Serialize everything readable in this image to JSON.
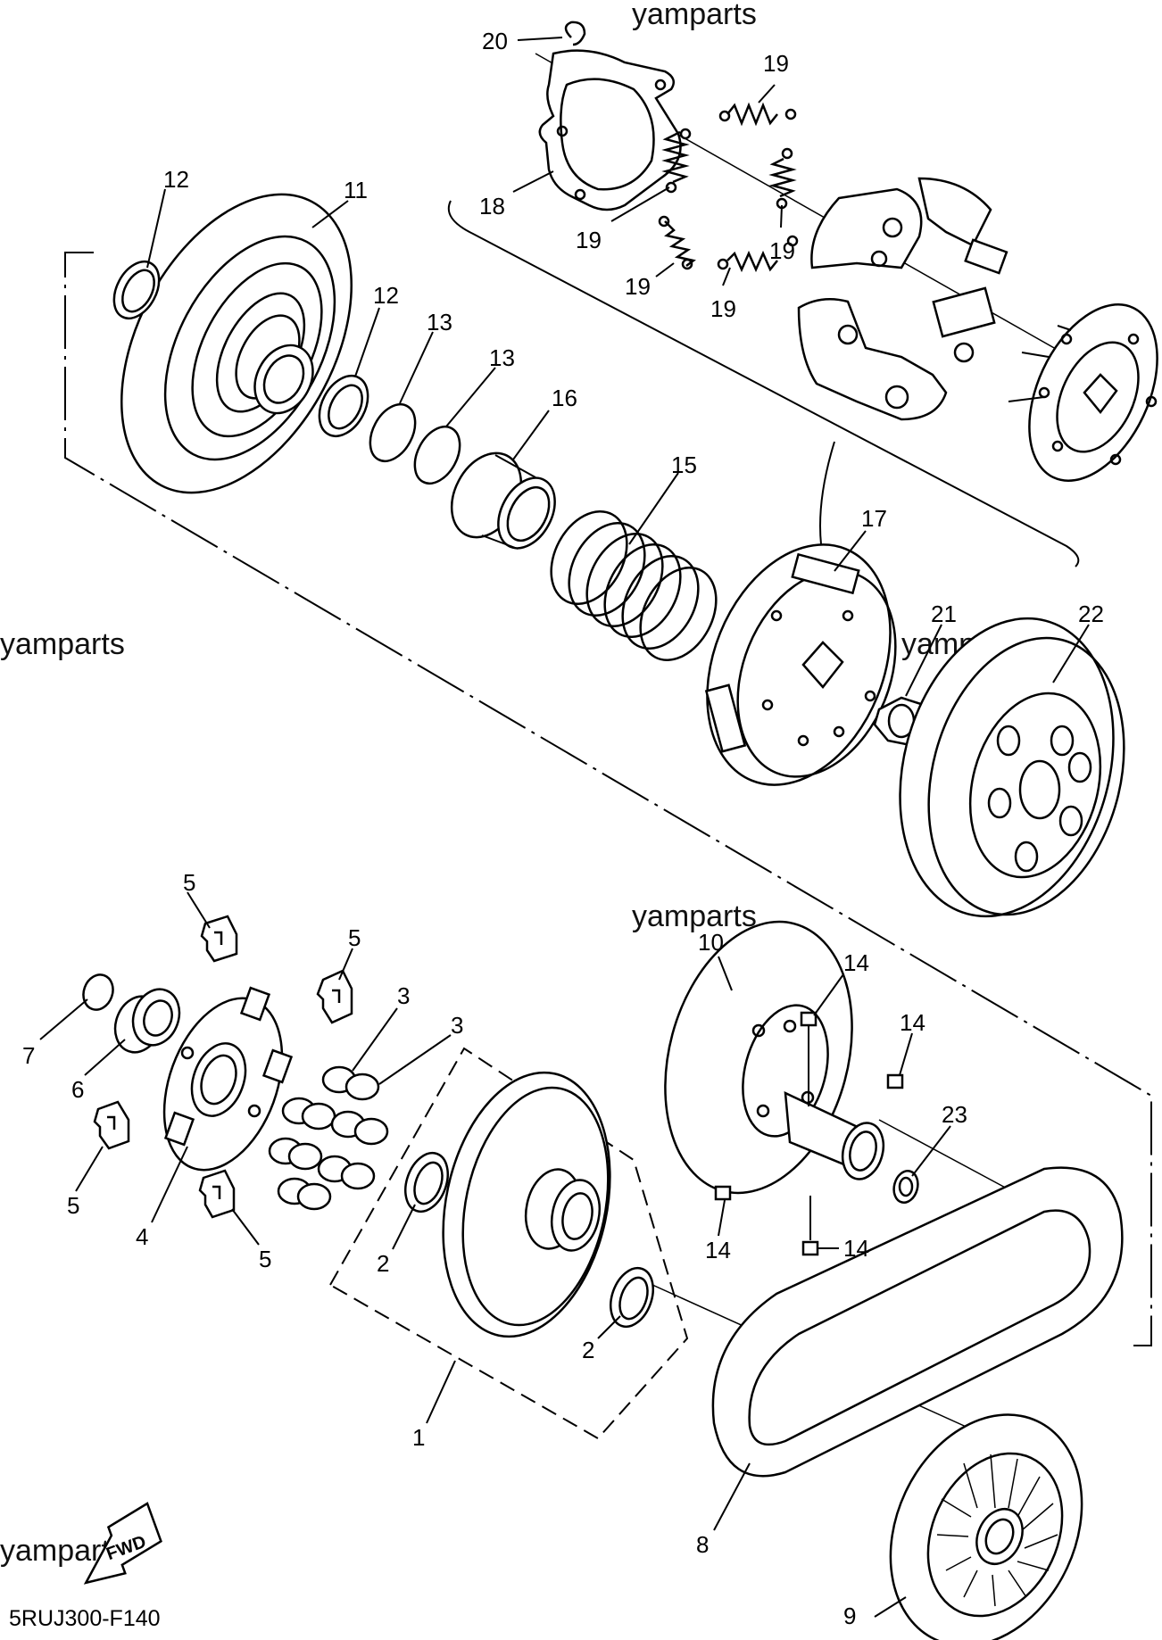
{
  "watermark": "yamparts",
  "diagram_code": "5RUJ300-F140",
  "fwd_label": "FWD",
  "callouts": [
    {
      "id": "c20",
      "text": "20"
    },
    {
      "id": "c19a",
      "text": "19"
    },
    {
      "id": "c18",
      "text": "18"
    },
    {
      "id": "c19b",
      "text": "19"
    },
    {
      "id": "c19c",
      "text": "19"
    },
    {
      "id": "c19d",
      "text": "19"
    },
    {
      "id": "c19e",
      "text": "19"
    },
    {
      "id": "c12a",
      "text": "12"
    },
    {
      "id": "c11",
      "text": "11"
    },
    {
      "id": "c12b",
      "text": "12"
    },
    {
      "id": "c13a",
      "text": "13"
    },
    {
      "id": "c13b",
      "text": "13"
    },
    {
      "id": "c16",
      "text": "16"
    },
    {
      "id": "c15",
      "text": "15"
    },
    {
      "id": "c17",
      "text": "17"
    },
    {
      "id": "c21",
      "text": "21"
    },
    {
      "id": "c22",
      "text": "22"
    },
    {
      "id": "c5a",
      "text": "5"
    },
    {
      "id": "c5b",
      "text": "5"
    },
    {
      "id": "c3a",
      "text": "3"
    },
    {
      "id": "c3b",
      "text": "3"
    },
    {
      "id": "c7",
      "text": "7"
    },
    {
      "id": "c6",
      "text": "6"
    },
    {
      "id": "c5c",
      "text": "5"
    },
    {
      "id": "c4",
      "text": "4"
    },
    {
      "id": "c5d",
      "text": "5"
    },
    {
      "id": "c10",
      "text": "10"
    },
    {
      "id": "c14a",
      "text": "14"
    },
    {
      "id": "c14b",
      "text": "14"
    },
    {
      "id": "c23",
      "text": "23"
    },
    {
      "id": "c14c",
      "text": "14"
    },
    {
      "id": "c14d",
      "text": "14"
    },
    {
      "id": "c2a",
      "text": "2"
    },
    {
      "id": "c2b",
      "text": "2"
    },
    {
      "id": "c1",
      "text": "1"
    },
    {
      "id": "c8",
      "text": "8"
    },
    {
      "id": "c9",
      "text": "9"
    }
  ]
}
